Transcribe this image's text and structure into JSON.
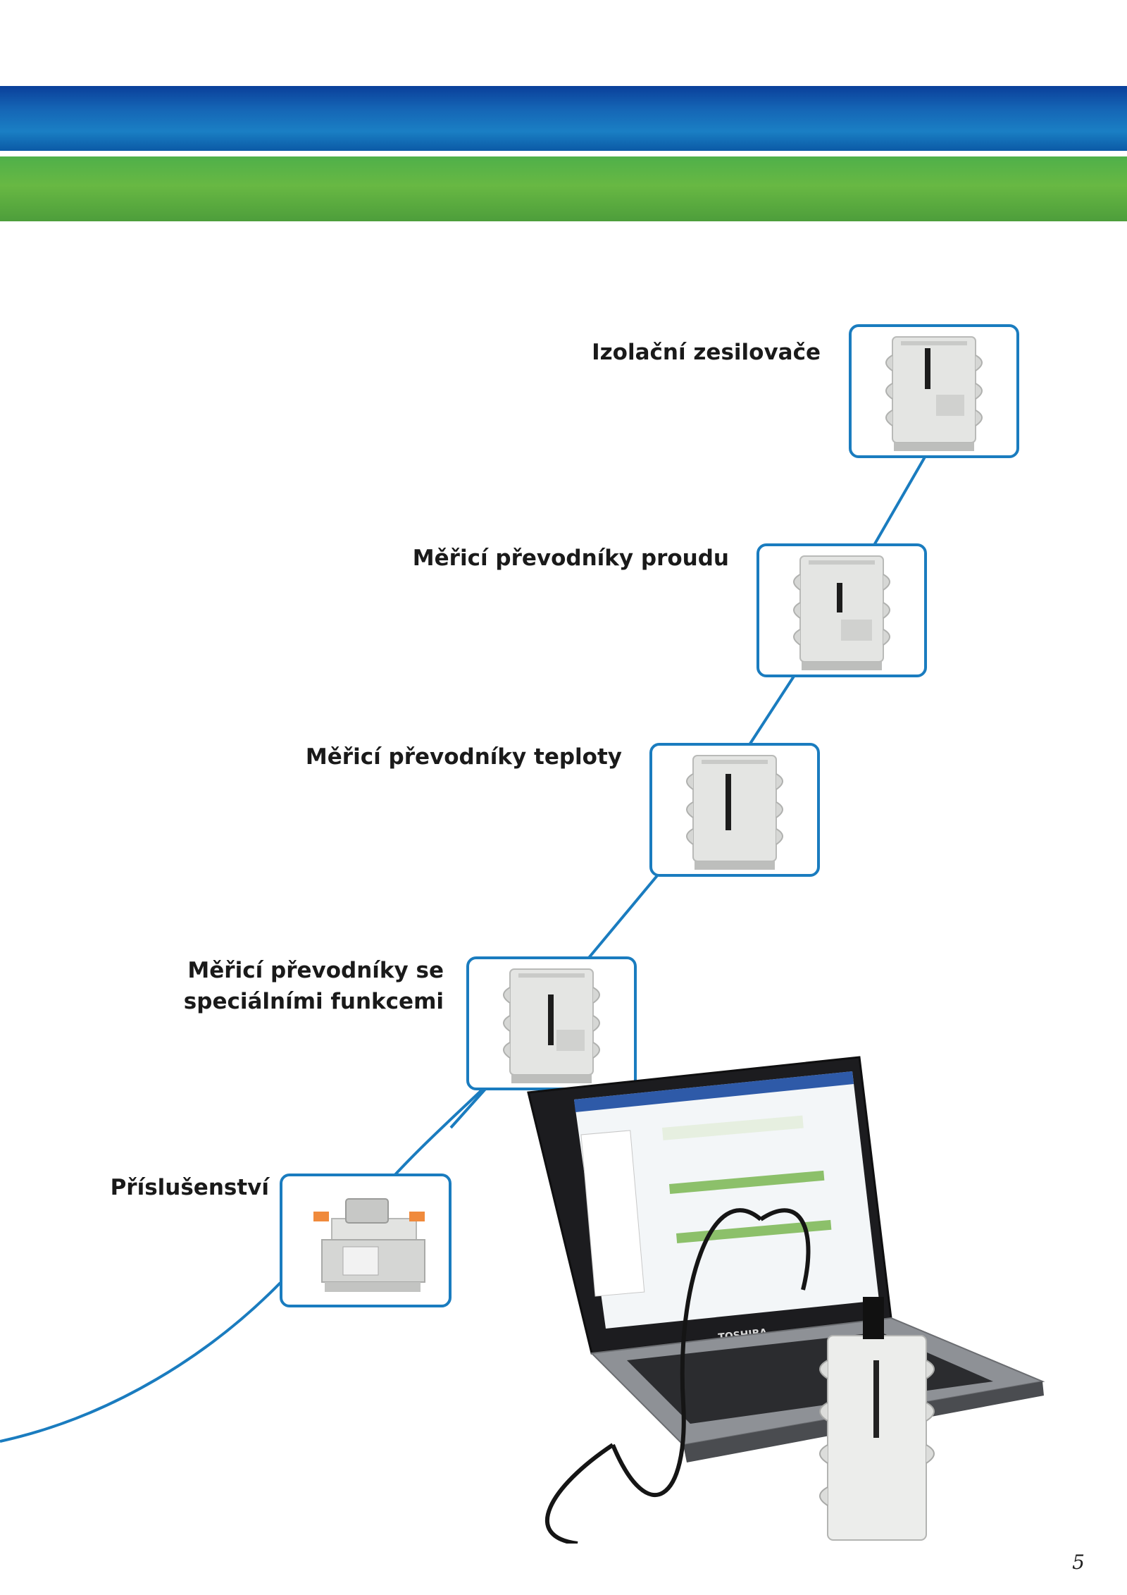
{
  "products": [
    {
      "label": "Izolační zesilovače"
    },
    {
      "label": "Měřicí převodníky proudu"
    },
    {
      "label": "Měřicí převodníky teploty"
    },
    {
      "label_line1": "Měřicí převodníky se",
      "label_line2": "speciálními funkcemi"
    },
    {
      "label": "Příslušenství"
    }
  ],
  "laptop": {
    "brand": "TOSHIBA"
  },
  "page_number": "5",
  "colors": {
    "top_band_blue": "#1565b5",
    "top_band_green": "#68b843",
    "frame_border": "#1a7cbf",
    "curve": "#1a7cbf"
  }
}
